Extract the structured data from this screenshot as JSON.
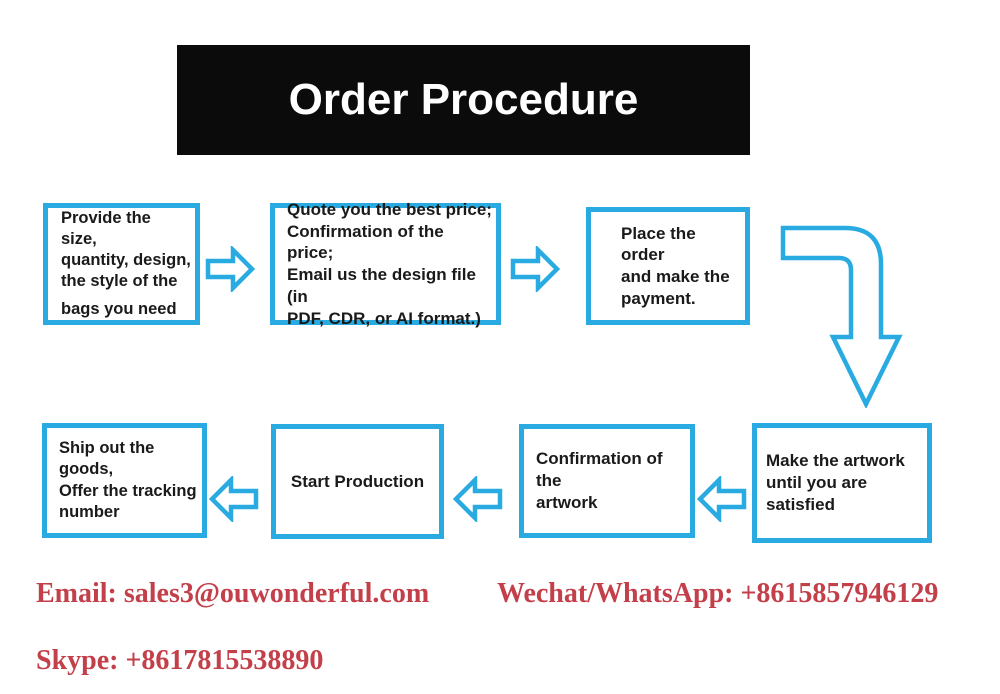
{
  "banner": {
    "title": "Order Procedure"
  },
  "flowchart": {
    "step1": {
      "text": "Provide the size,\nquantity, design,\nthe style of the",
      "tail": "bags you need"
    },
    "step2": {
      "text": "Quote you the best price;\nConfirmation of the price;\nEmail us the design file (in\nPDF, CDR, or AI format.)"
    },
    "step3": {
      "text": "Place the order\nand make the\npayment."
    },
    "step4": {
      "text": "Make the artwork\nuntil you are satisfied"
    },
    "step5": {
      "text": "Confirmation of the\nartwork"
    },
    "step6": {
      "text": "Start Production"
    },
    "step7": {
      "text": "Ship out the goods,\nOffer the tracking\nnumber"
    }
  },
  "icons": {
    "arrow_right": "hollow right arrow",
    "arrow_left": "hollow left arrow",
    "arrow_bent_down": "hollow bent-down arrow"
  },
  "contact": {
    "email": "Email: sales3@ouwonderful.com",
    "wechat_whatsapp": "Wechat/WhatsApp: +8615857946129",
    "skype": "Skype: +8617815538890"
  },
  "colors": {
    "accent_blue": "#29ABE2",
    "banner_background": "#0B0B0B",
    "banner_text": "#FFFFFF",
    "contact_red": "#C33F49",
    "box_text": "#1A1A1A"
  }
}
